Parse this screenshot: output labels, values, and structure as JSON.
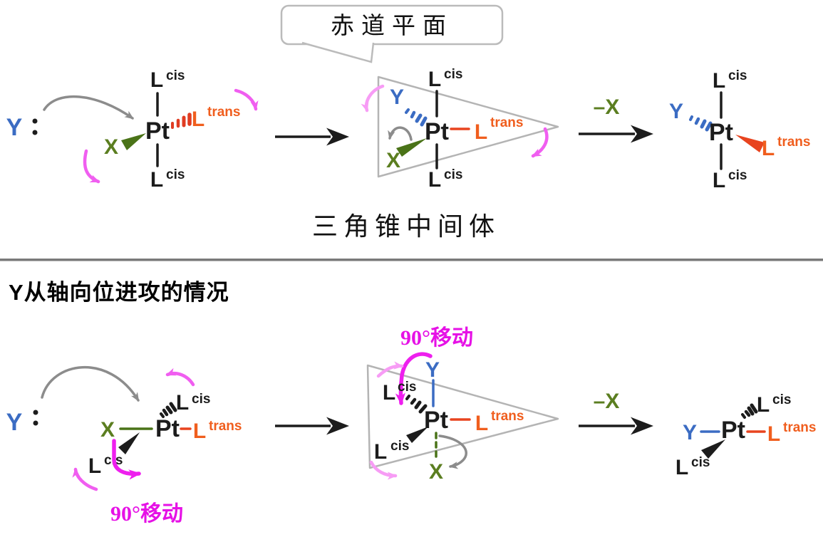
{
  "labels": {
    "equatorial_plane_bubble": "赤道平面",
    "intermediate_caption": "三角锥中间体",
    "section_heading": "Y从轴向位进攻的情况",
    "rotation_label_bottom_left": "90°移动",
    "rotation_label_intermediate": "90°移动",
    "minus_x_top": "–X",
    "minus_x_bottom": "–X"
  },
  "atoms": {
    "metal": "Pt",
    "entering_ligand": "Y",
    "leaving_ligand": "X",
    "ligand": "L",
    "cis_superscript": "cis",
    "trans_superscript": "trans"
  },
  "colors": {
    "entering_ligand_blue": "#3b6cc3",
    "leaving_ligand_green": "#5b7e20",
    "trans_ligand_orange": "#f05e1e",
    "trans_bond_red_orange": "#e8441f",
    "rotation_magenta": "#ee1fee",
    "curved_arrow_magenta": "#f05ef0",
    "light_magenta": "#f79cf5",
    "attack_arrow_gray": "#8c8c8c",
    "plane_border_gray": "#b4b4b4",
    "bond_black": "#1c1c1c"
  }
}
